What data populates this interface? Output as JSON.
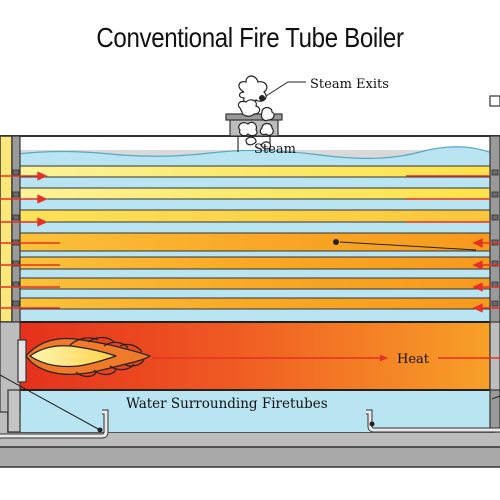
{
  "title": "Conventional Fire Tube Boiler",
  "labels": {
    "steam_exits": "Steam Exits",
    "steam": "Steam",
    "heat": "Heat",
    "water": "Water Surrounding Firetubes"
  },
  "icons": [
    "steam-plume-icon",
    "flame-icon",
    "arrow-icon"
  ],
  "colors": {
    "water": "#b9e4f2",
    "tube_yellow": "#fbe96a",
    "tube_orange": "#f9a21e",
    "furnace_red": "#e8371e",
    "casing": "#9a9a9a",
    "arrow": "#e53125"
  }
}
